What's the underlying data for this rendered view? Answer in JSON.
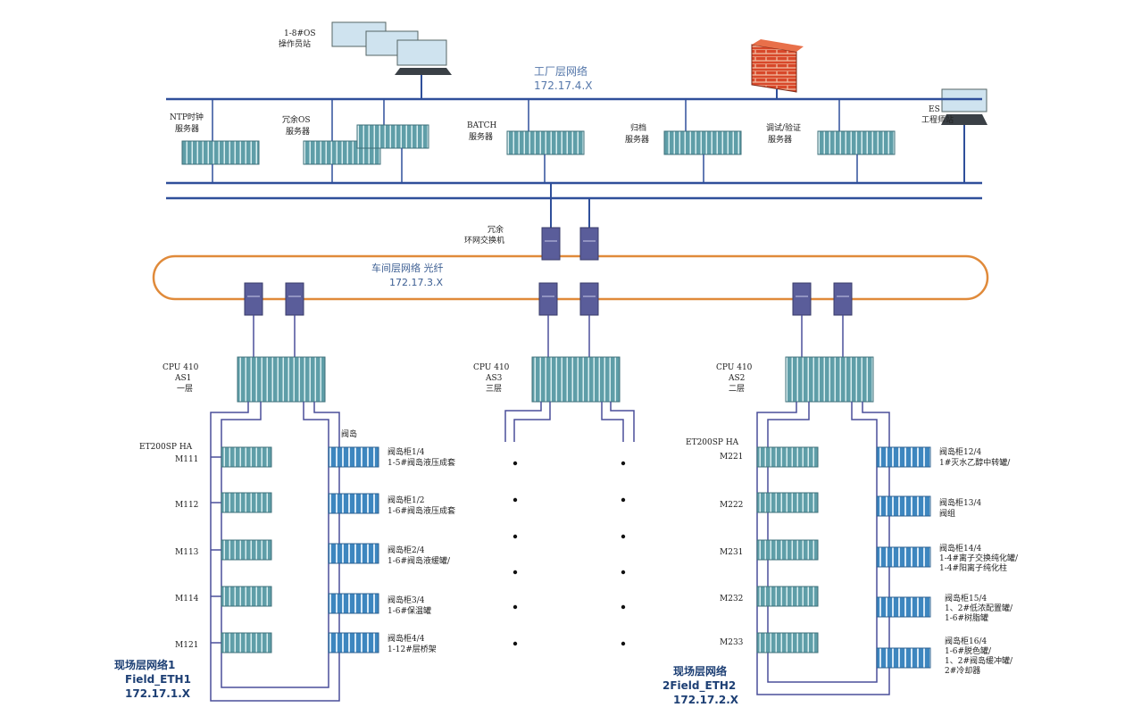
{
  "colors": {
    "bus": "#2f4f9a",
    "ring": "#e08a3a",
    "switch": "#5a5d9a",
    "server": "#5a9aa4",
    "module": "#4a8ab8",
    "wire": "#4a4f9a"
  },
  "plant_network": {
    "name": "工厂层网络",
    "subnet": "172.17.4.X"
  },
  "operator_station": {
    "line1": "1-8#OS",
    "line2": "操作员站"
  },
  "firewall": {
    "icon": "firewall-icon"
  },
  "es_station": {
    "line1": "ES",
    "line2": "工程师站"
  },
  "servers": [
    {
      "line1": "NTP时钟",
      "line2": "服务器"
    },
    {
      "line1": "冗余OS",
      "line2": "服务器"
    },
    {
      "line1": "BATCH",
      "line2": "服务器"
    },
    {
      "line1": "归档",
      "line2": "服务器"
    },
    {
      "line1": "调试/验证",
      "line2": "服务器"
    }
  ],
  "redundant_switch": {
    "line1": "冗余",
    "line2": "环网交换机"
  },
  "workshop_network": {
    "name": "车间层网络 光纤",
    "subnet": "172.17.3.X"
  },
  "cpus": [
    {
      "line1": "CPU 410",
      "line2": "AS1",
      "line3": "一层"
    },
    {
      "line1": "CPU 410",
      "line2": "AS3",
      "line3": "三层"
    },
    {
      "line1": "CPU 410",
      "line2": "AS2",
      "line3": "二层"
    }
  ],
  "left_group": {
    "et_label": "ET200SP HA",
    "valve_header": "阀岛",
    "cabinets": [
      "M111",
      "M112",
      "M113",
      "M114",
      "M121"
    ],
    "valves": [
      {
        "line1": "阀岛柜1/4",
        "line2": "1-5#阀岛液压成套"
      },
      {
        "line1": "阀岛柜1/2",
        "line2": "1-6#阀岛液压成套"
      },
      {
        "line1": "阀岛柜2/4",
        "line2": "1-6#阀岛液缓罐/"
      },
      {
        "line1": "阀岛柜3/4",
        "line2": "1-6#保温罐"
      },
      {
        "line1": "阀岛柜4/4",
        "line2": "1-12#层桥架"
      }
    ]
  },
  "right_group": {
    "et_label": "ET200SP HA",
    "cabinets": [
      "M221",
      "M222",
      "M231",
      "M232",
      "M233"
    ],
    "valves": [
      {
        "line1": "阀岛柜12/4",
        "line2": "1#灭水乙醇中转罐/",
        "line3": ""
      },
      {
        "line1": "阀岛柜13/4",
        "line2": "阀组",
        "line3": ""
      },
      {
        "line1": "阀岛柜14/4",
        "line2": "1-4#离子交换纯化罐/",
        "line3": "1-4#阳离子纯化柱"
      },
      {
        "line1": "阀岛柜15/4",
        "line2": "1、2#低浓配置罐/",
        "line3": "1-6#树脂罐"
      },
      {
        "line1": "阀岛柜16/4",
        "line2": "1-6#脱色罐/",
        "line3": "1、2#阀岛缓冲罐/"
      }
    ],
    "extra_line": "2#冷却器"
  },
  "field_left": {
    "line1": "现场层网络1",
    "line2": "Field_ETH1",
    "line3": "172.17.1.X"
  },
  "field_right": {
    "line1": "现场层网络",
    "line2": "2Field_ETH2",
    "line3": "172.17.2.X"
  }
}
